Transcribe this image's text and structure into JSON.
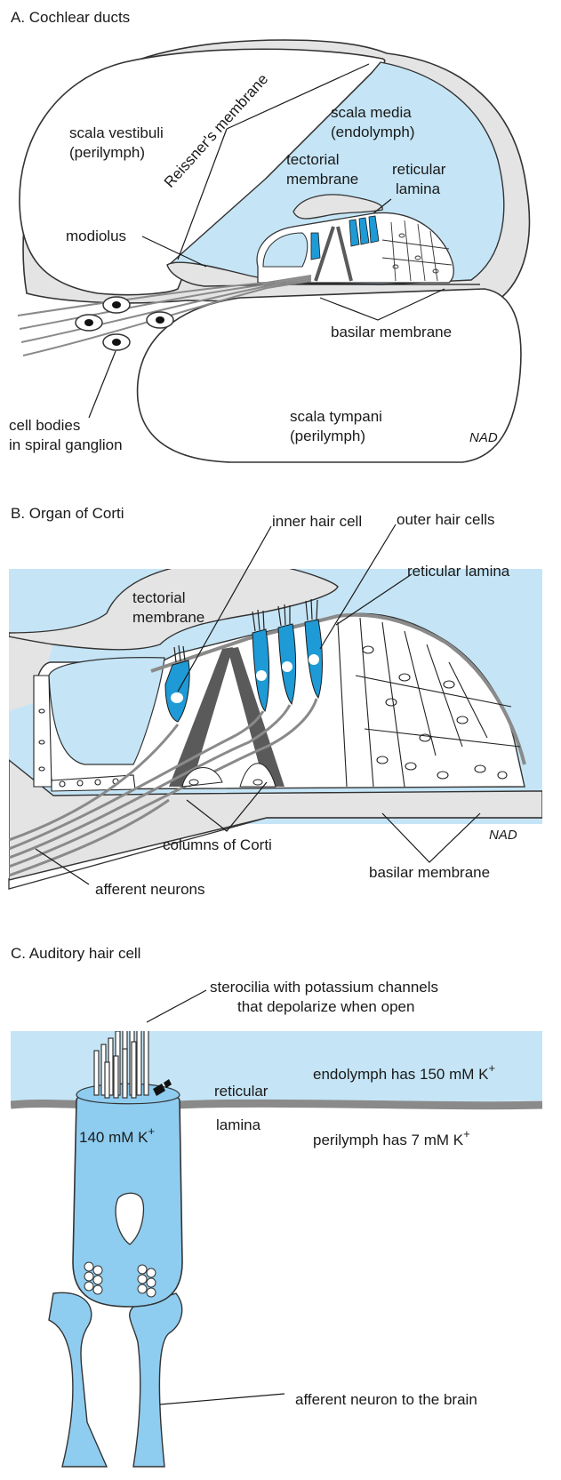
{
  "panel_a": {
    "title": "A. Cochlear ducts",
    "scala_vestibuli": [
      "scala vestibuli",
      "(perilymph)"
    ],
    "reissners_membrane": "Reissner's membrane",
    "scala_media": [
      "scala media",
      "(endolymph)"
    ],
    "tectorial_membrane": [
      "tectorial",
      "membrane"
    ],
    "reticular_lamina": [
      "reticular",
      "lamina"
    ],
    "modiolus": "modiolus",
    "basilar_membrane": "basilar membrane",
    "cell_bodies": [
      "cell bodies",
      "in spiral ganglion"
    ],
    "scala_tympani": [
      "scala tympani",
      "(perilymph)"
    ],
    "signature": "NAD"
  },
  "panel_b": {
    "title": "B. Organ of Corti",
    "inner_hair_cell": "inner hair cell",
    "outer_hair_cells": "outer hair cells",
    "reticular_lamina": "reticular lamina",
    "tectorial_membrane": [
      "tectorial",
      "membrane"
    ],
    "columns_of_corti": "columns of Corti",
    "basilar_membrane": "basilar membrane",
    "afferent_neurons": "afferent neurons",
    "signature": "NAD"
  },
  "panel_c": {
    "title": "C. Auditory hair cell",
    "stereocilia": [
      "sterocilia with potassium channels",
      "that depolarize when open"
    ],
    "reticular_lamina": [
      "reticular",
      "lamina"
    ],
    "endolymph": "endolymph has 150 mM  K",
    "perilymph": "perilymph has 7 mM  K",
    "cell_k": "140 mM  K",
    "plus": "+",
    "afferent_neuron": "afferent neuron to the brain"
  },
  "colors": {
    "fluid_blue": "#c5e5f6",
    "hair_cell_blue": "#1e9ad6",
    "cell_light_blue": "#8fcdf0",
    "tissue_gray": "#e4e4e4",
    "lamina_gray": "#8a8a8a",
    "pillar_gray": "#5a5a5a"
  }
}
